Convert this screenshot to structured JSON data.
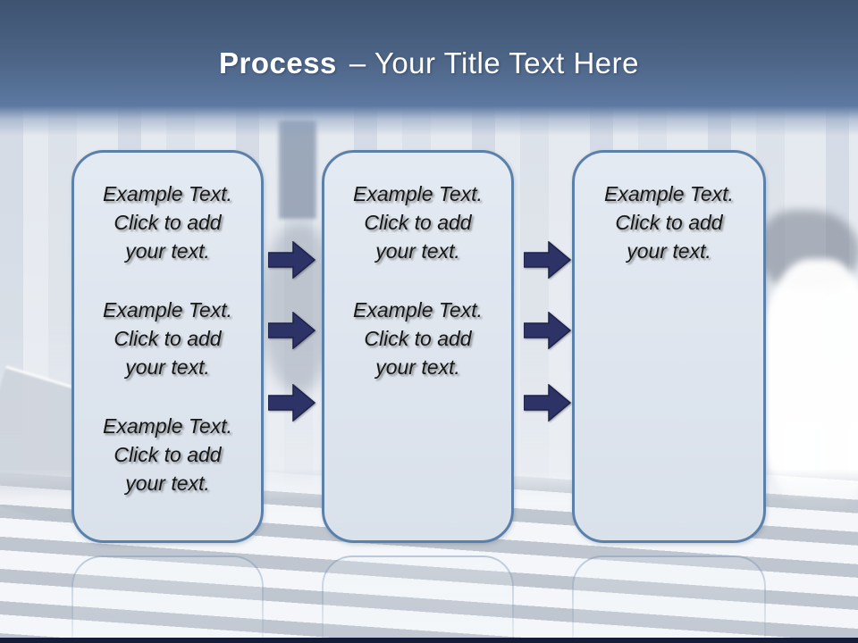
{
  "title": {
    "bold": "Process",
    "rest": "– Your Title Text Here"
  },
  "boxes": [
    {
      "name": "step-1",
      "blocks": [
        "Example Text.\nClick  to add\nyour text.",
        "Example Text.\nClick  to add\nyour text.",
        "Example Text.\nClick  to add\nyour text."
      ]
    },
    {
      "name": "step-2",
      "blocks": [
        "Example Text.\nClick  to add\nyour text.",
        "Example Text.\nClick  to add\nyour text."
      ]
    },
    {
      "name": "step-3",
      "blocks": [
        "Example Text.\nClick  to add\nyour text."
      ]
    }
  ],
  "arrows": {
    "icon": "right-block-arrow",
    "count_per_gap": 3,
    "gaps": 2
  },
  "colors": {
    "header_top": "#3d5370",
    "header_bottom": "#5d79a2",
    "title_text": "#ffffff",
    "box_fill": "#dde4ed",
    "box_border": "#5b80aa",
    "body_text": "#161616",
    "arrow_fill": "#2d3366",
    "arrow_stroke": "#1c2248",
    "bottom_bar": "#141c38"
  }
}
